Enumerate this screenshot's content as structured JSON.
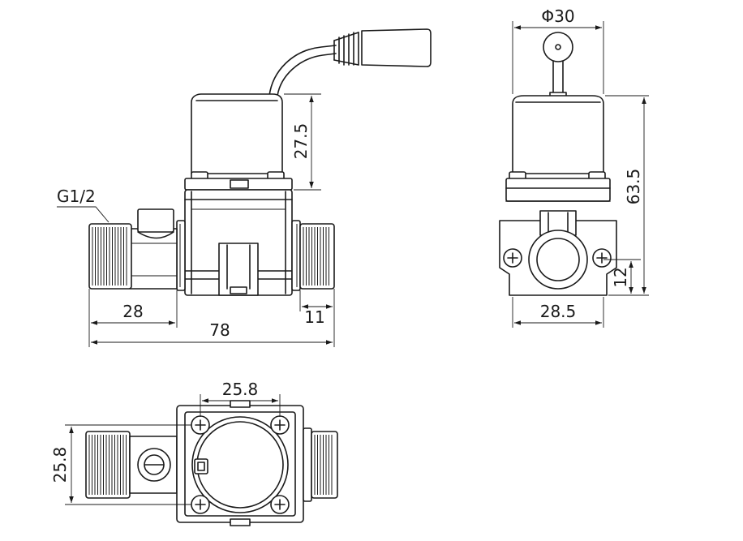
{
  "drawing": {
    "views": [
      "front-view",
      "side-view",
      "top-view"
    ],
    "dimensions": {
      "thread_label": "G1/2",
      "coil_height": "27.5",
      "inlet_length": "28",
      "outlet_length": "11",
      "overall_length": "78",
      "coil_diameter": "Φ30",
      "overall_height": "63.5",
      "axis_height": "12",
      "body_width": "28.5",
      "screw_spacing_x": "25.8",
      "screw_spacing_y": "25.8"
    }
  }
}
